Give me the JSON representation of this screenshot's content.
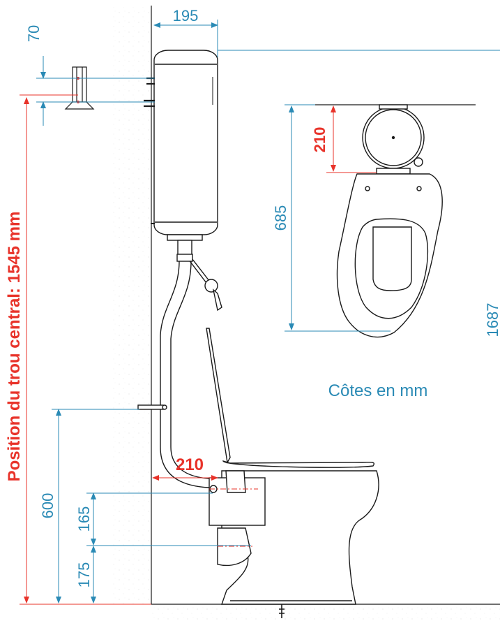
{
  "dimensions": {
    "tank_depth": "195",
    "bracket_height": "70",
    "seat_to_cistern": "210",
    "seat_length": "685",
    "total_height": "1687",
    "wall_to_outlet": "210",
    "pipe_bracket_height": "600",
    "outlet_height": "165",
    "floor_to_outlet": "175"
  },
  "labels": {
    "central_hole": "Position du trou central:  1545 mm",
    "units_note": "Côtes en mm"
  },
  "colors": {
    "dimension_blue": "#2a8ab5",
    "dimension_red": "#e8332a",
    "drawing": "#1a1a1a"
  }
}
